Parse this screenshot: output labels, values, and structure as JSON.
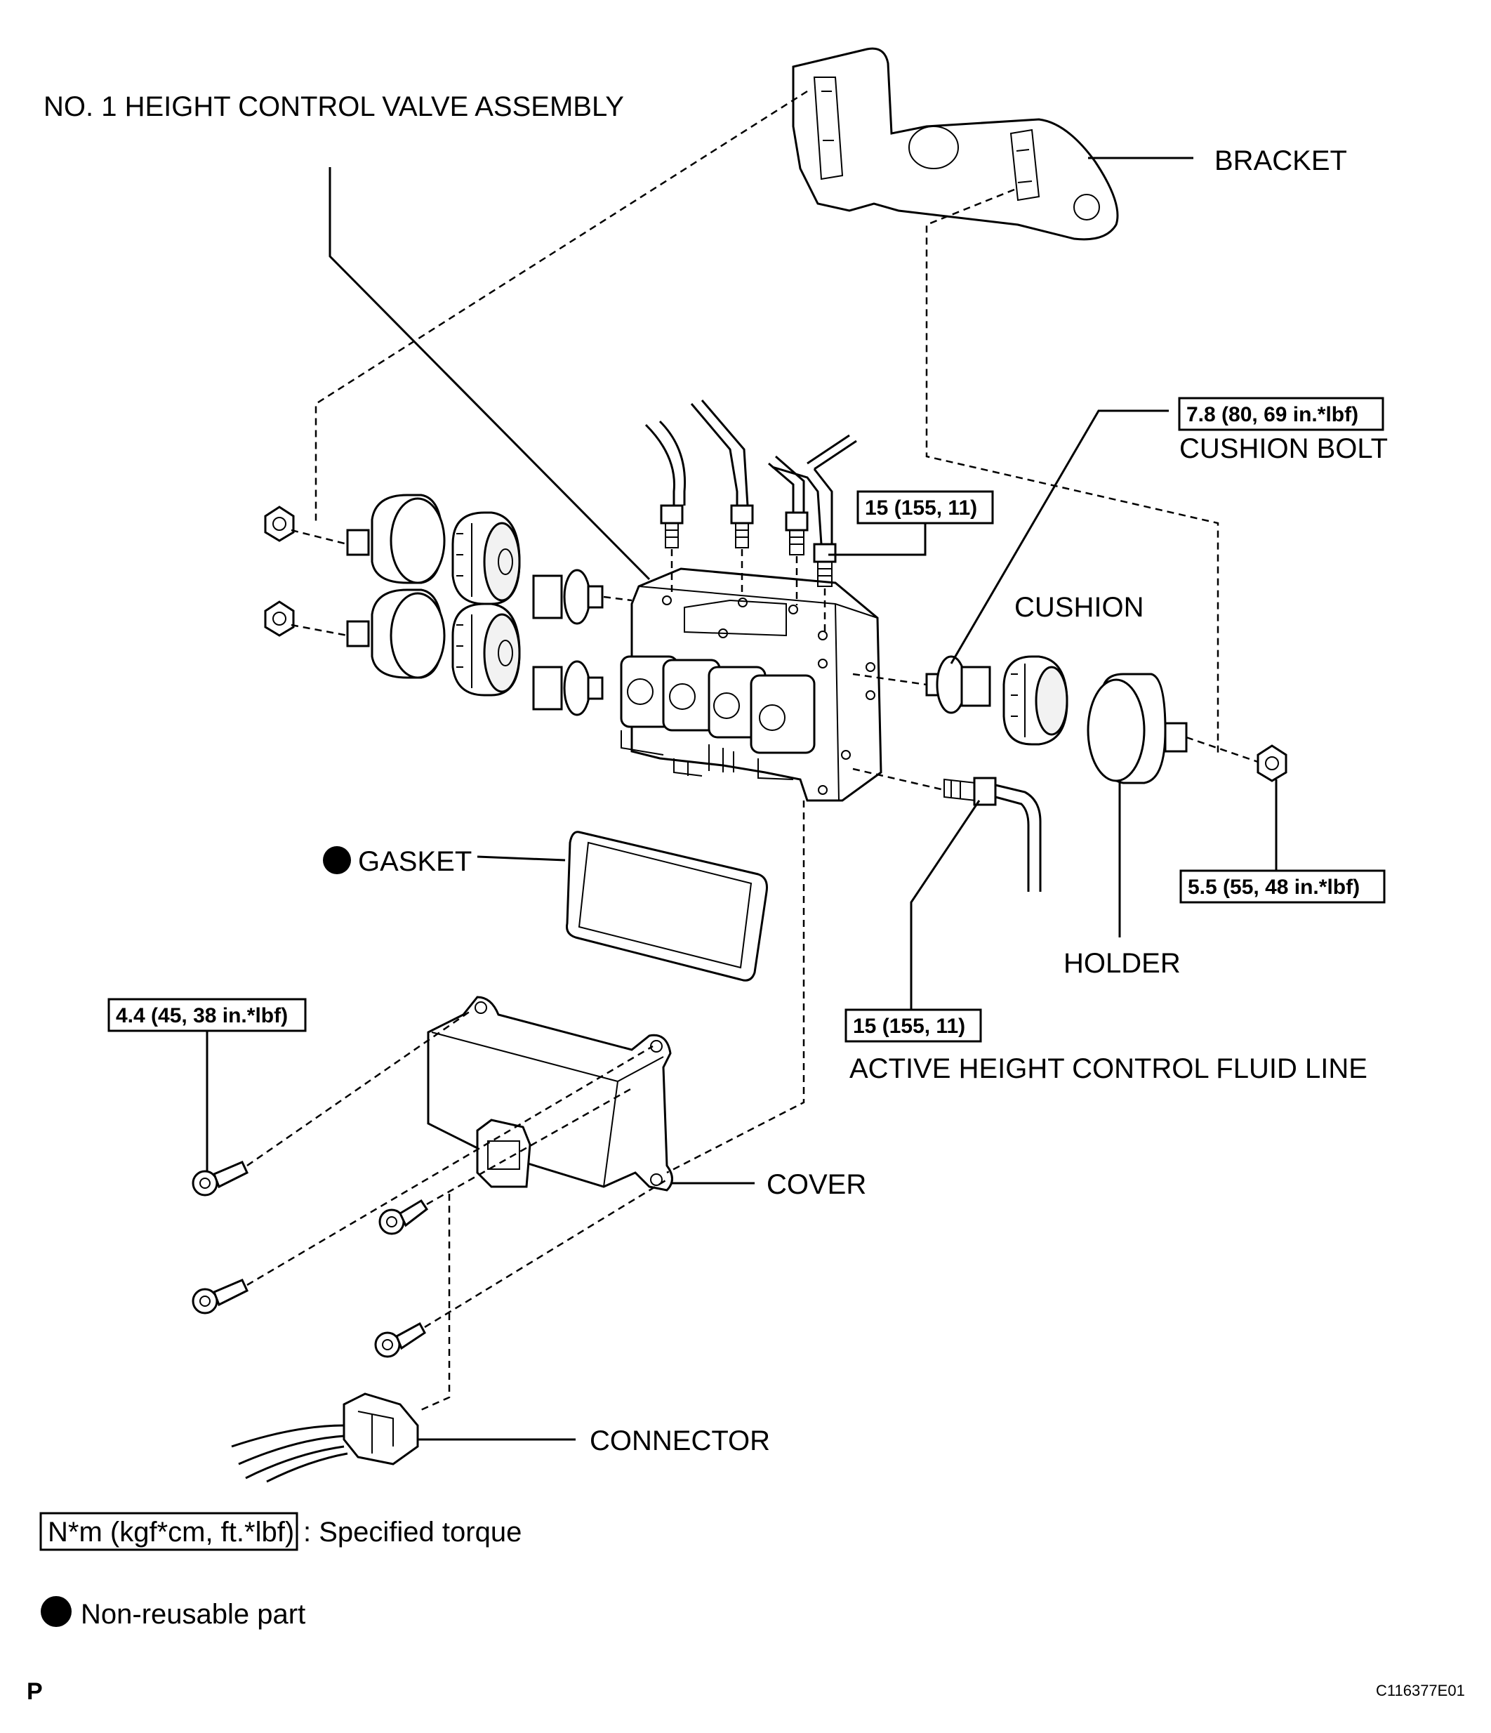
{
  "labels": {
    "valve_assembly": "NO. 1 HEIGHT CONTROL VALVE ASSEMBLY",
    "bracket": "BRACKET",
    "cushion_bolt": "CUSHION BOLT",
    "cushion": "CUSHION",
    "gasket": "GASKET",
    "holder": "HOLDER",
    "fluid_line": "ACTIVE HEIGHT CONTROL FLUID LINE",
    "cover": "COVER",
    "connector": "CONNECTOR"
  },
  "torques": {
    "cushion_bolt": "7.8 (80, 69 in.*lbf)",
    "fluid_line_upper": "15 (155, 11)",
    "nut": "5.5 (55, 48 in.*lbf)",
    "fluid_line_lower": "15 (155, 11)",
    "cover_screw": "4.4 (45, 38 in.*lbf)"
  },
  "legend": {
    "torque_unit": "N*m (kgf*cm, ft.*lbf)",
    "torque_desc": ": Specified torque",
    "non_reusable": "Non-reusable part"
  },
  "footer": {
    "page_letter": "P",
    "figure_id": "C116377E01"
  }
}
